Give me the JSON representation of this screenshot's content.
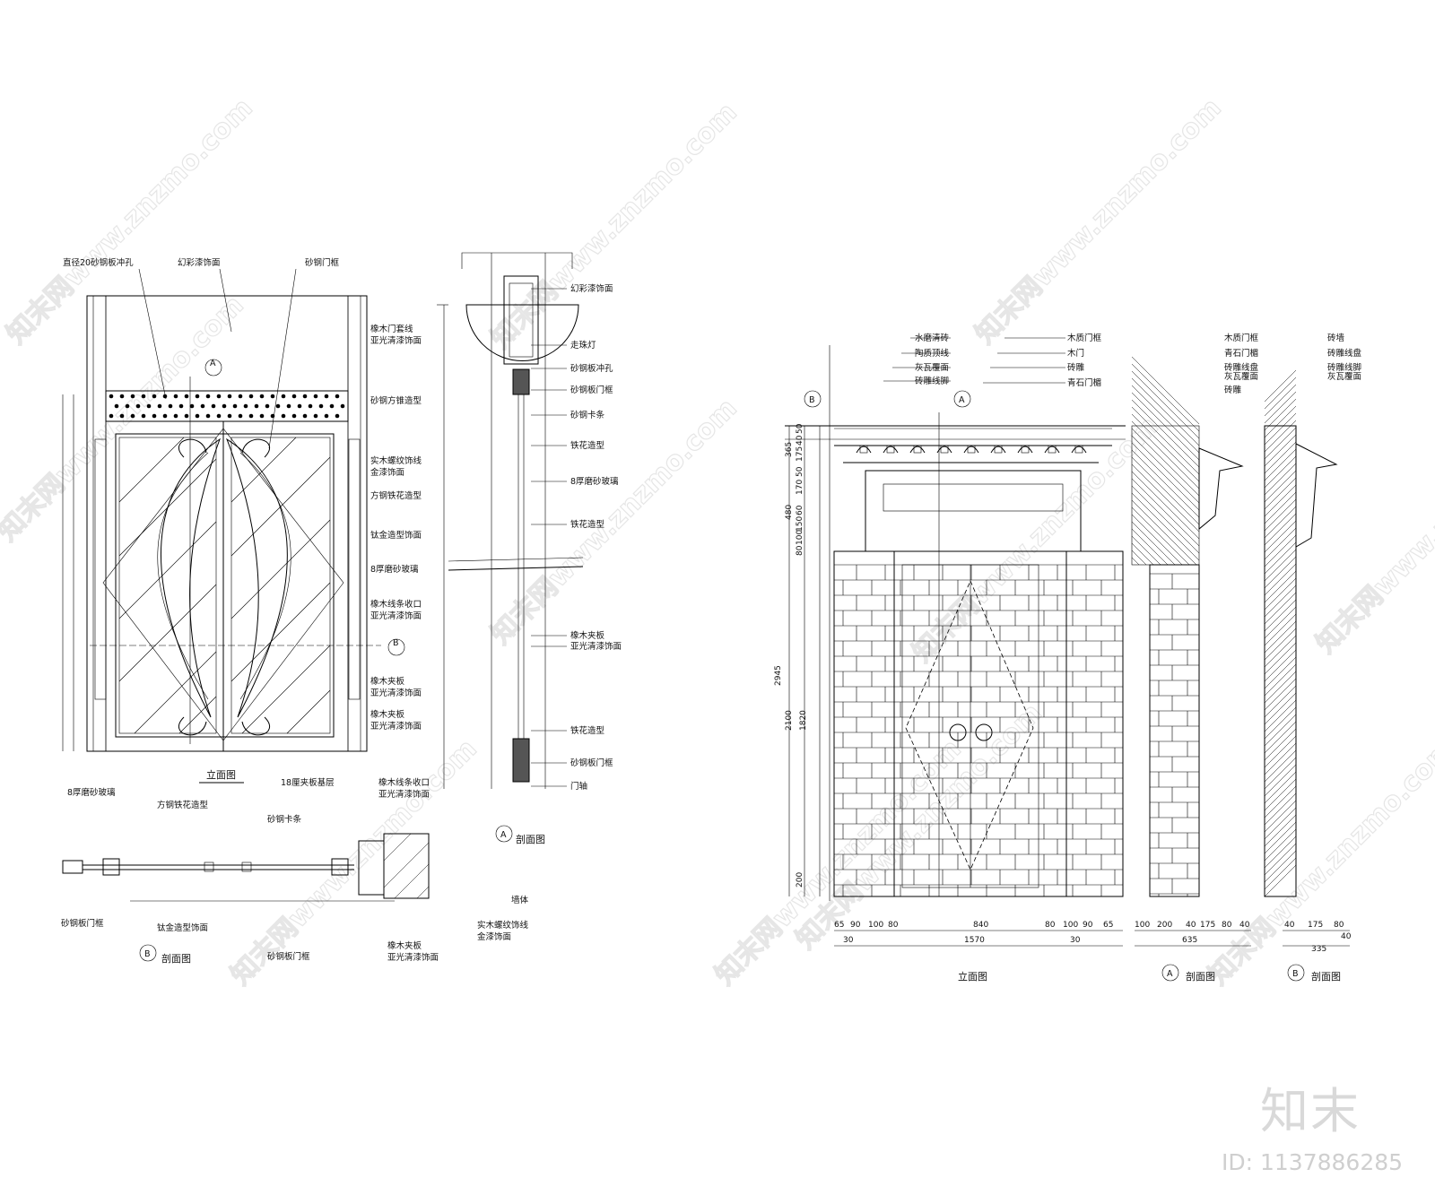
{
  "left_drawing": {
    "elevation_callouts": [
      "直径20砂钢板冲孔",
      "幻彩漆饰面",
      "砂钢门框"
    ],
    "elevation_right_callouts": [
      "橡木门套线",
      "亚光清漆饰面",
      "砂钢方锥造型",
      "实木螺纹饰线",
      "金漆饰面",
      "方钢铁花造型",
      "钛金造型饰面",
      "8厚磨砂玻璃",
      "橡木线条收口",
      "亚光清漆饰面",
      "橡木夹板",
      "亚光清漆饰面",
      "橡木夹板",
      "亚光清漆饰面"
    ],
    "elevation_caption": "立面图",
    "section_a_callouts": [
      "幻彩漆饰面",
      "走珠灯",
      "砂钢板冲孔",
      "砂钢板门框",
      "砂钢卡条",
      "铁花造型",
      "8厚磨砂玻璃",
      "铁花造型",
      "橡木夹板",
      "亚光清漆饰面",
      "铁花造型",
      "砂钢板门框",
      "门轴"
    ],
    "section_a_marker": "A",
    "section_a_caption": "剖面图",
    "section_b_callouts_top": [
      "8厚磨砂玻璃",
      "方钢铁花造型",
      "砂钢卡条",
      "18厘夹板基层",
      "橡木线条收口",
      "亚光清漆饰面"
    ],
    "section_b_callouts_bottom": [
      "砂钢板门框",
      "钛金造型饰面",
      "砂钢板门框",
      "橡木夹板",
      "亚光清漆饰面",
      "实木螺纹饰线",
      "金漆饰面",
      "墙体"
    ],
    "section_b_marker": "B",
    "section_b_caption": "剖面图",
    "marker_a": "A",
    "marker_b": "B"
  },
  "right_drawing": {
    "elevation_callouts_left": [
      "水磨清砖",
      "陶质顶线",
      "灰瓦覆面",
      "砖雕线脚"
    ],
    "elevation_callouts_right": [
      "木质门框",
      "木门",
      "砖雕",
      "青石门楣"
    ],
    "section_a_callouts": [
      "木质门框",
      "青石门楣",
      "砖雕线盘",
      "灰瓦覆面",
      "砖雕"
    ],
    "section_b_callouts": [
      "砖墙",
      "砖雕线盘",
      "砖雕线脚",
      "灰瓦覆面"
    ],
    "vertical_dims": [
      "50",
      "40",
      "365",
      "175",
      "50",
      "480",
      "170",
      "60",
      "150",
      "100",
      "80",
      "2945",
      "2100",
      "1820",
      "200"
    ],
    "bottom_dims_row1": [
      "65",
      "90",
      "100",
      "80",
      "840",
      "80",
      "100",
      "90",
      "65"
    ],
    "bottom_dims_row2": [
      "30",
      "1570",
      "30"
    ],
    "section_a_dims_row1": [
      "100",
      "200",
      "40",
      "175",
      "80",
      "40"
    ],
    "section_a_dims_row2": [
      "635"
    ],
    "section_b_dims_row1": [
      "40",
      "175",
      "80"
    ],
    "section_b_dims_row2": [
      "40",
      "335"
    ],
    "elevation_caption": "立面图",
    "section_a_marker": "A",
    "section_a_caption": "剖面图",
    "section_b_marker": "B",
    "section_b_caption": "剖面图",
    "marker_a": "A",
    "marker_b": "B"
  },
  "watermark": {
    "text": "知末网www.znzmo.com"
  },
  "brand": {
    "logo_text": "知末",
    "id_text": "ID: 1137886285"
  }
}
